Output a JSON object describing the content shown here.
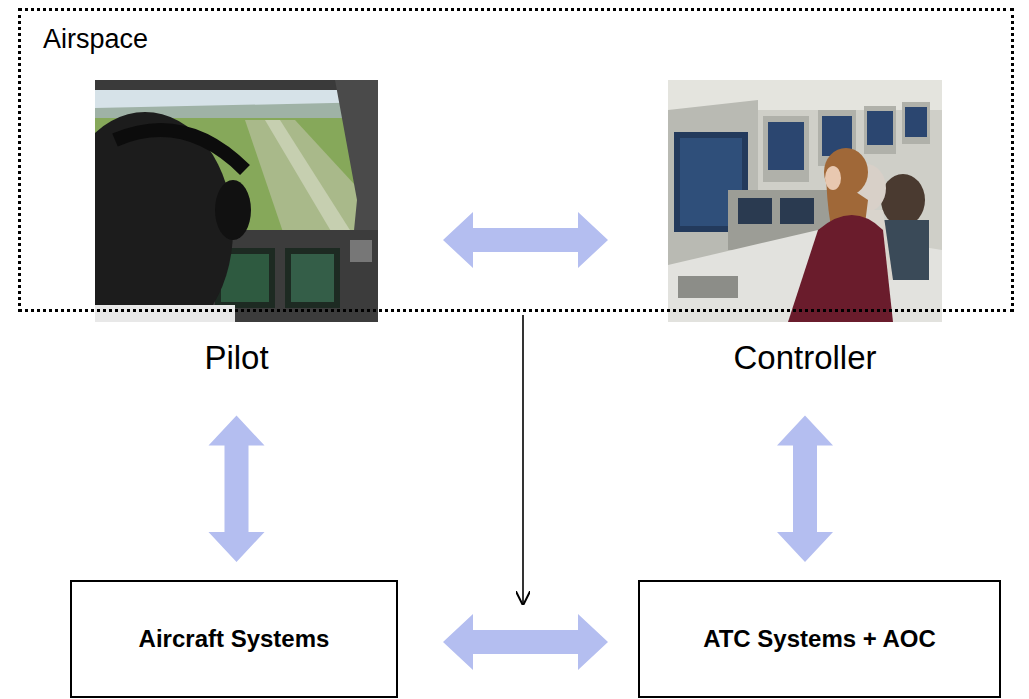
{
  "diagram": {
    "nodes": [
      {
        "text": [
          "Airspace"
        ]
      },
      {
        "text": [
          "Pilot"
        ]
      },
      {
        "text": [
          "Controller"
        ]
      },
      {
        "text": [
          "Aircraft Systems"
        ]
      },
      {
        "text": [
          "ATC Systems + AOC"
        ]
      }
    ],
    "edges": [
      {
        "from": 1,
        "to": 2,
        "arrow": "both"
      },
      {
        "from": 1,
        "to": 3,
        "arrow": "both"
      },
      {
        "from": 2,
        "to": 4,
        "arrow": "both"
      },
      {
        "from": 3,
        "to": 4,
        "arrow": "both"
      }
    ]
  }
}
